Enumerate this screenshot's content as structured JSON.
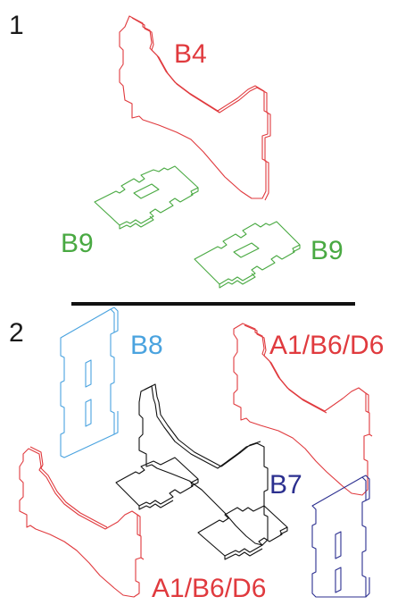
{
  "steps": [
    {
      "number": "1"
    },
    {
      "number": "2"
    }
  ],
  "step1": {
    "labels": {
      "b4": "B4",
      "b9_left": "B9",
      "b9_right": "B9"
    }
  },
  "step2": {
    "labels": {
      "b8": "B8",
      "a1_top": "A1/B6/D6",
      "b7": "B7",
      "a1_bottom": "A1/B6/D6"
    }
  },
  "colors": {
    "red": "#e03a3e",
    "green": "#49a942",
    "light_blue": "#4aa3df",
    "navy": "#2b2f8f",
    "black": "#111111",
    "divider": "#111111"
  },
  "icons": {
    "b4_part": "side-panel-part",
    "b9_part": "base-plate-part",
    "b8_part": "slotted-plate-part",
    "b7_part": "assembled-stand-part"
  }
}
